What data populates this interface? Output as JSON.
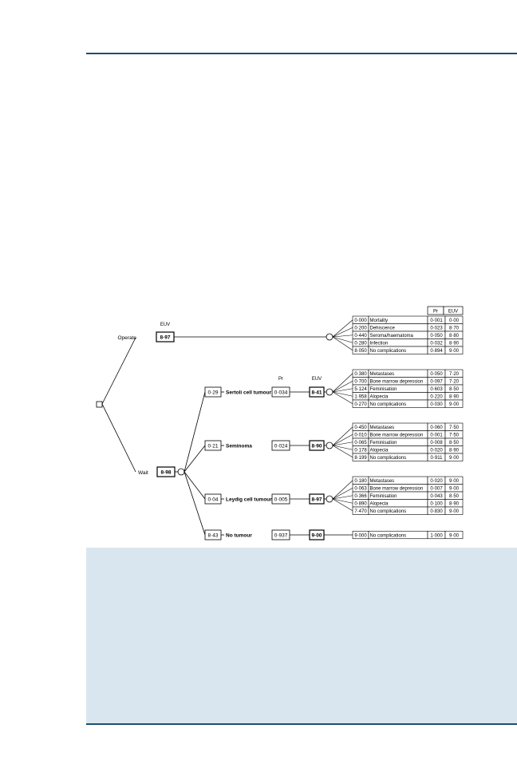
{
  "accent_color": "#1d4f73",
  "panel_color": "#dae6ef",
  "tree": {
    "header_pr": "Pr",
    "header_euv": "EUV",
    "operate": {
      "label": "Operate",
      "euv_header": "EUV",
      "euv": "8·97",
      "outcomes": [
        {
          "a": "0·000",
          "label": "Mortality",
          "pr": "0·001",
          "euv": "0·00"
        },
        {
          "a": "0·200",
          "label": "Dehiscence",
          "pr": "0·023",
          "euv": "8·70"
        },
        {
          "a": "0·440",
          "label": "Seroma/haematoma",
          "pr": "0·050",
          "euv": "8·80"
        },
        {
          "a": "0·280",
          "label": "Infection",
          "pr": "0·032",
          "euv": "8·90"
        },
        {
          "a": "8·050",
          "label": "No complications",
          "pr": "0·894",
          "euv": "9·00"
        }
      ]
    },
    "wait": {
      "label": "Wait",
      "euv": "8·98",
      "col_pr": "Pr",
      "col_euv": "EUV",
      "branches": [
        {
          "a": "0·29",
          "label": "Sertoli cell tumour",
          "pr": "0·034",
          "euv": "8·41",
          "outcomes": [
            {
              "a": "0·380",
              "label": "Metastases",
              "pr": "0·050",
              "euv": "7·20"
            },
            {
              "a": "0·700",
              "label": "Bone marrow depression",
              "pr": "0·097",
              "euv": "7·20"
            },
            {
              "a": "5·124",
              "label": "Feminisation",
              "pr": "0·603",
              "euv": "8·50"
            },
            {
              "a": "1·958",
              "label": "Alopecia",
              "pr": "0·220",
              "euv": "8·90"
            },
            {
              "a": "0·270",
              "label": "No complications",
              "pr": "0·030",
              "euv": "9·00"
            }
          ]
        },
        {
          "a": "0·21",
          "label": "Seminoma",
          "pr": "0·024",
          "euv": "8·90",
          "outcomes": [
            {
              "a": "0·450",
              "label": "Metastases",
              "pr": "0·060",
              "euv": "7·50"
            },
            {
              "a": "0·010",
              "label": "Bone marrow depression",
              "pr": "0·001",
              "euv": "7·50"
            },
            {
              "a": "0·065",
              "label": "Feminisation",
              "pr": "0·008",
              "euv": "8·50"
            },
            {
              "a": "0·178",
              "label": "Alopecia",
              "pr": "0·020",
              "euv": "8·90"
            },
            {
              "a": "8·199",
              "label": "No complications",
              "pr": "0·911",
              "euv": "9·00"
            }
          ]
        },
        {
          "a": "0·04",
          "label": "Leydig cell tumour",
          "pr": "0·005",
          "euv": "8·97",
          "outcomes": [
            {
              "a": "0·180",
              "label": "Metastases",
              "pr": "0·020",
              "euv": "9·00"
            },
            {
              "a": "0·063",
              "label": "Bone marrow depression",
              "pr": "0·007",
              "euv": "9·00"
            },
            {
              "a": "0·366",
              "label": "Feminisation",
              "pr": "0·043",
              "euv": "8·50"
            },
            {
              "a": "0·890",
              "label": "Alopecia",
              "pr": "0·100",
              "euv": "8·90"
            },
            {
              "a": "7·470",
              "label": "No complications",
              "pr": "0·830",
              "euv": "9·00"
            }
          ]
        },
        {
          "a": "8·43",
          "label": "No tumour",
          "pr": "0·937",
          "euv": "9·00",
          "outcomes": [
            {
              "a": "9·000",
              "label": "No complications",
              "pr": "1·000",
              "euv": "9·00"
            }
          ]
        }
      ]
    }
  }
}
